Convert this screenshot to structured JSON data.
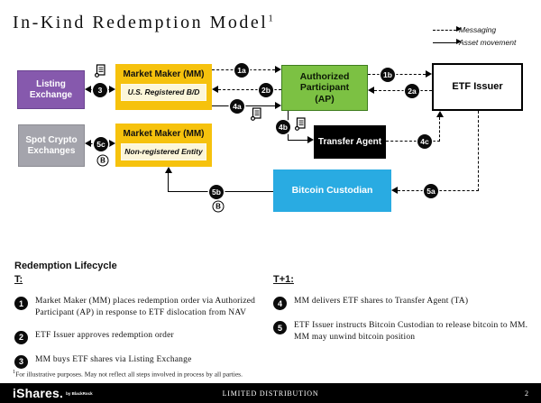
{
  "title": {
    "text": "In-Kind Redemption Model",
    "superscript": "1"
  },
  "legend": {
    "messaging": "Messaging",
    "asset_movement": "Asset movement"
  },
  "diagram": {
    "boxes": {
      "listing_exchange": "Listing Exchange",
      "spot_crypto": "Spot Crypto Exchanges",
      "mm1_title": "Market Maker (MM)",
      "mm1_sub": "U.S. Registered B/D",
      "mm2_title": "Market Maker (MM)",
      "mm2_sub": "Non-registered Entity",
      "ap": "Authorized Participant (AP)",
      "transfer_agent": "Transfer Agent",
      "etf_issuer": "ETF Issuer",
      "bitcoin_custodian": "Bitcoin Custodian"
    },
    "badges": {
      "s3": "3",
      "s1a": "1a",
      "s1b": "1b",
      "s2a": "2a",
      "s2b": "2b",
      "s4a": "4a",
      "s4b": "4b",
      "s4c": "4c",
      "s5a": "5a",
      "s5b": "5b",
      "s5c": "5c"
    },
    "bitcoin_symbol": "B",
    "colors": {
      "purple": "#8659ad",
      "gray": "#a4a4ac",
      "yellow": "#f6c20d",
      "yellow_inner": "#fcf6d9",
      "green": "#7cc143",
      "blue": "#29abe2",
      "black": "#000000"
    }
  },
  "lifecycle": {
    "heading": "Redemption Lifecycle",
    "t_label": "T:",
    "t1_label": "T+1:",
    "steps_t": [
      {
        "num": "1",
        "text": "Market Maker (MM) places redemption order via Authorized Participant (AP) in response to ETF dislocation from NAV"
      },
      {
        "num": "2",
        "text": "ETF Issuer approves redemption order"
      },
      {
        "num": "3",
        "text": "MM buys ETF shares via Listing Exchange"
      }
    ],
    "steps_t1": [
      {
        "num": "4",
        "text": "MM delivers ETF shares to Transfer Agent (TA)"
      },
      {
        "num": "5",
        "text": "ETF Issuer instructs Bitcoin Custodian to release bitcoin to MM. MM may unwind bitcoin position"
      }
    ]
  },
  "footnote": {
    "superscript": "1",
    "text": "For illustrative purposes.  May not reflect all steps involved in process by all parties."
  },
  "footer": {
    "brand": "iShares.",
    "brand_sub": "by BlackRock",
    "center": "LIMITED DISTRIBUTION",
    "page": "2"
  }
}
